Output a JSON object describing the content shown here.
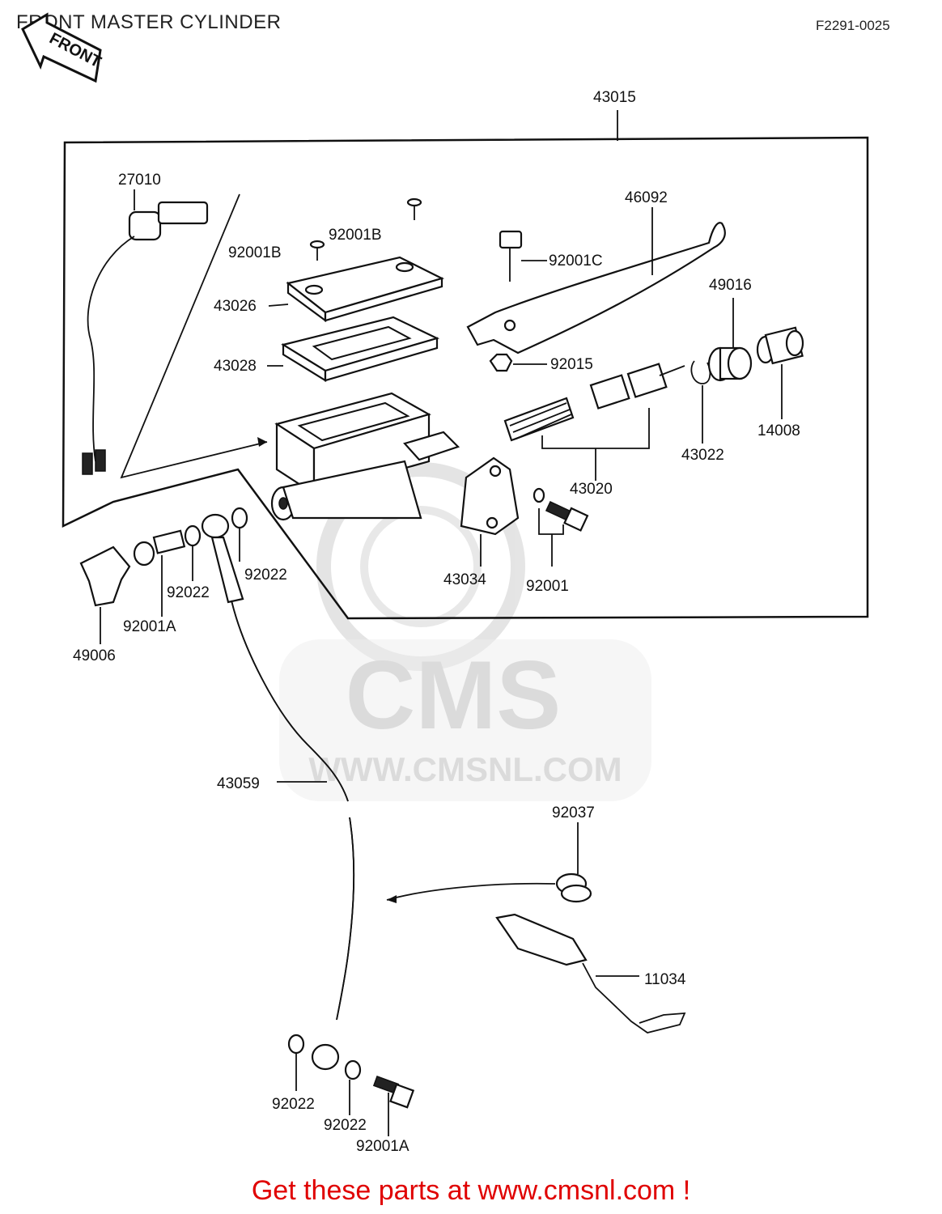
{
  "header": {
    "title": "FRONT MASTER CYLINDER",
    "code": "F2291-0025"
  },
  "front_arrow": {
    "label": "FRONT"
  },
  "watermark": {
    "brand": "CMS",
    "url": "WWW.CMSNL.COM"
  },
  "parts": {
    "p43015": "43015",
    "p27010": "27010",
    "p46092": "46092",
    "p92001B_a": "92001B",
    "p92001B_b": "92001B",
    "p92001C": "92001C",
    "p43026": "43026",
    "p49016": "49016",
    "p43028": "43028",
    "p92015": "92015",
    "p14008": "14008",
    "p43022": "43022",
    "p43020": "43020",
    "p43034": "43034",
    "p92001": "92001",
    "p92022_a": "92022",
    "p92022_b": "92022",
    "p92001A_a": "92001A",
    "p49006": "49006",
    "p43059": "43059",
    "p92037": "92037",
    "p11034": "11034",
    "p92022_c": "92022",
    "p92022_d": "92022",
    "p92001A_b": "92001A"
  },
  "footer": {
    "promo": "Get these parts at www.cmsnl.com !"
  }
}
